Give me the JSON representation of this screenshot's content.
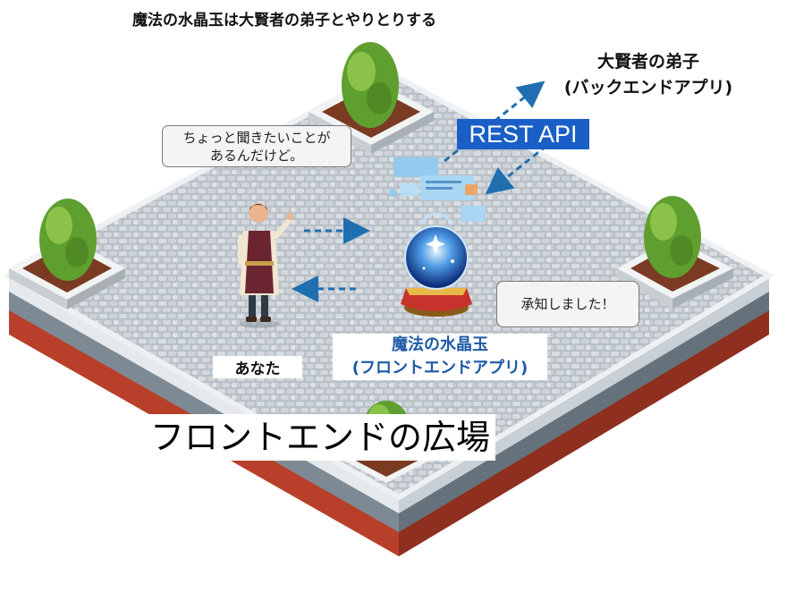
{
  "caption": "魔法の水晶玉は大賢者の弟子とやりとりする",
  "sage_label": {
    "line1": "大賢者の弟子",
    "line2": "(バックエンドアプリ)"
  },
  "rest_api": "REST API",
  "bubble_you": {
    "line1": "ちょっと聞きたいことが",
    "line2": "あるんだけど。"
  },
  "bubble_crystal": "承知しました！",
  "you_label": "あなた",
  "crystal_label": {
    "line1": "魔法の水晶玉",
    "line2": "(フロントエンドアプリ)"
  },
  "plaza_title": "フロントエンドの広場",
  "colors": {
    "rest_api_bg": "#1a5fc7",
    "crystal_label": "#1d5aa6",
    "arrow": "#1f6fb0"
  }
}
